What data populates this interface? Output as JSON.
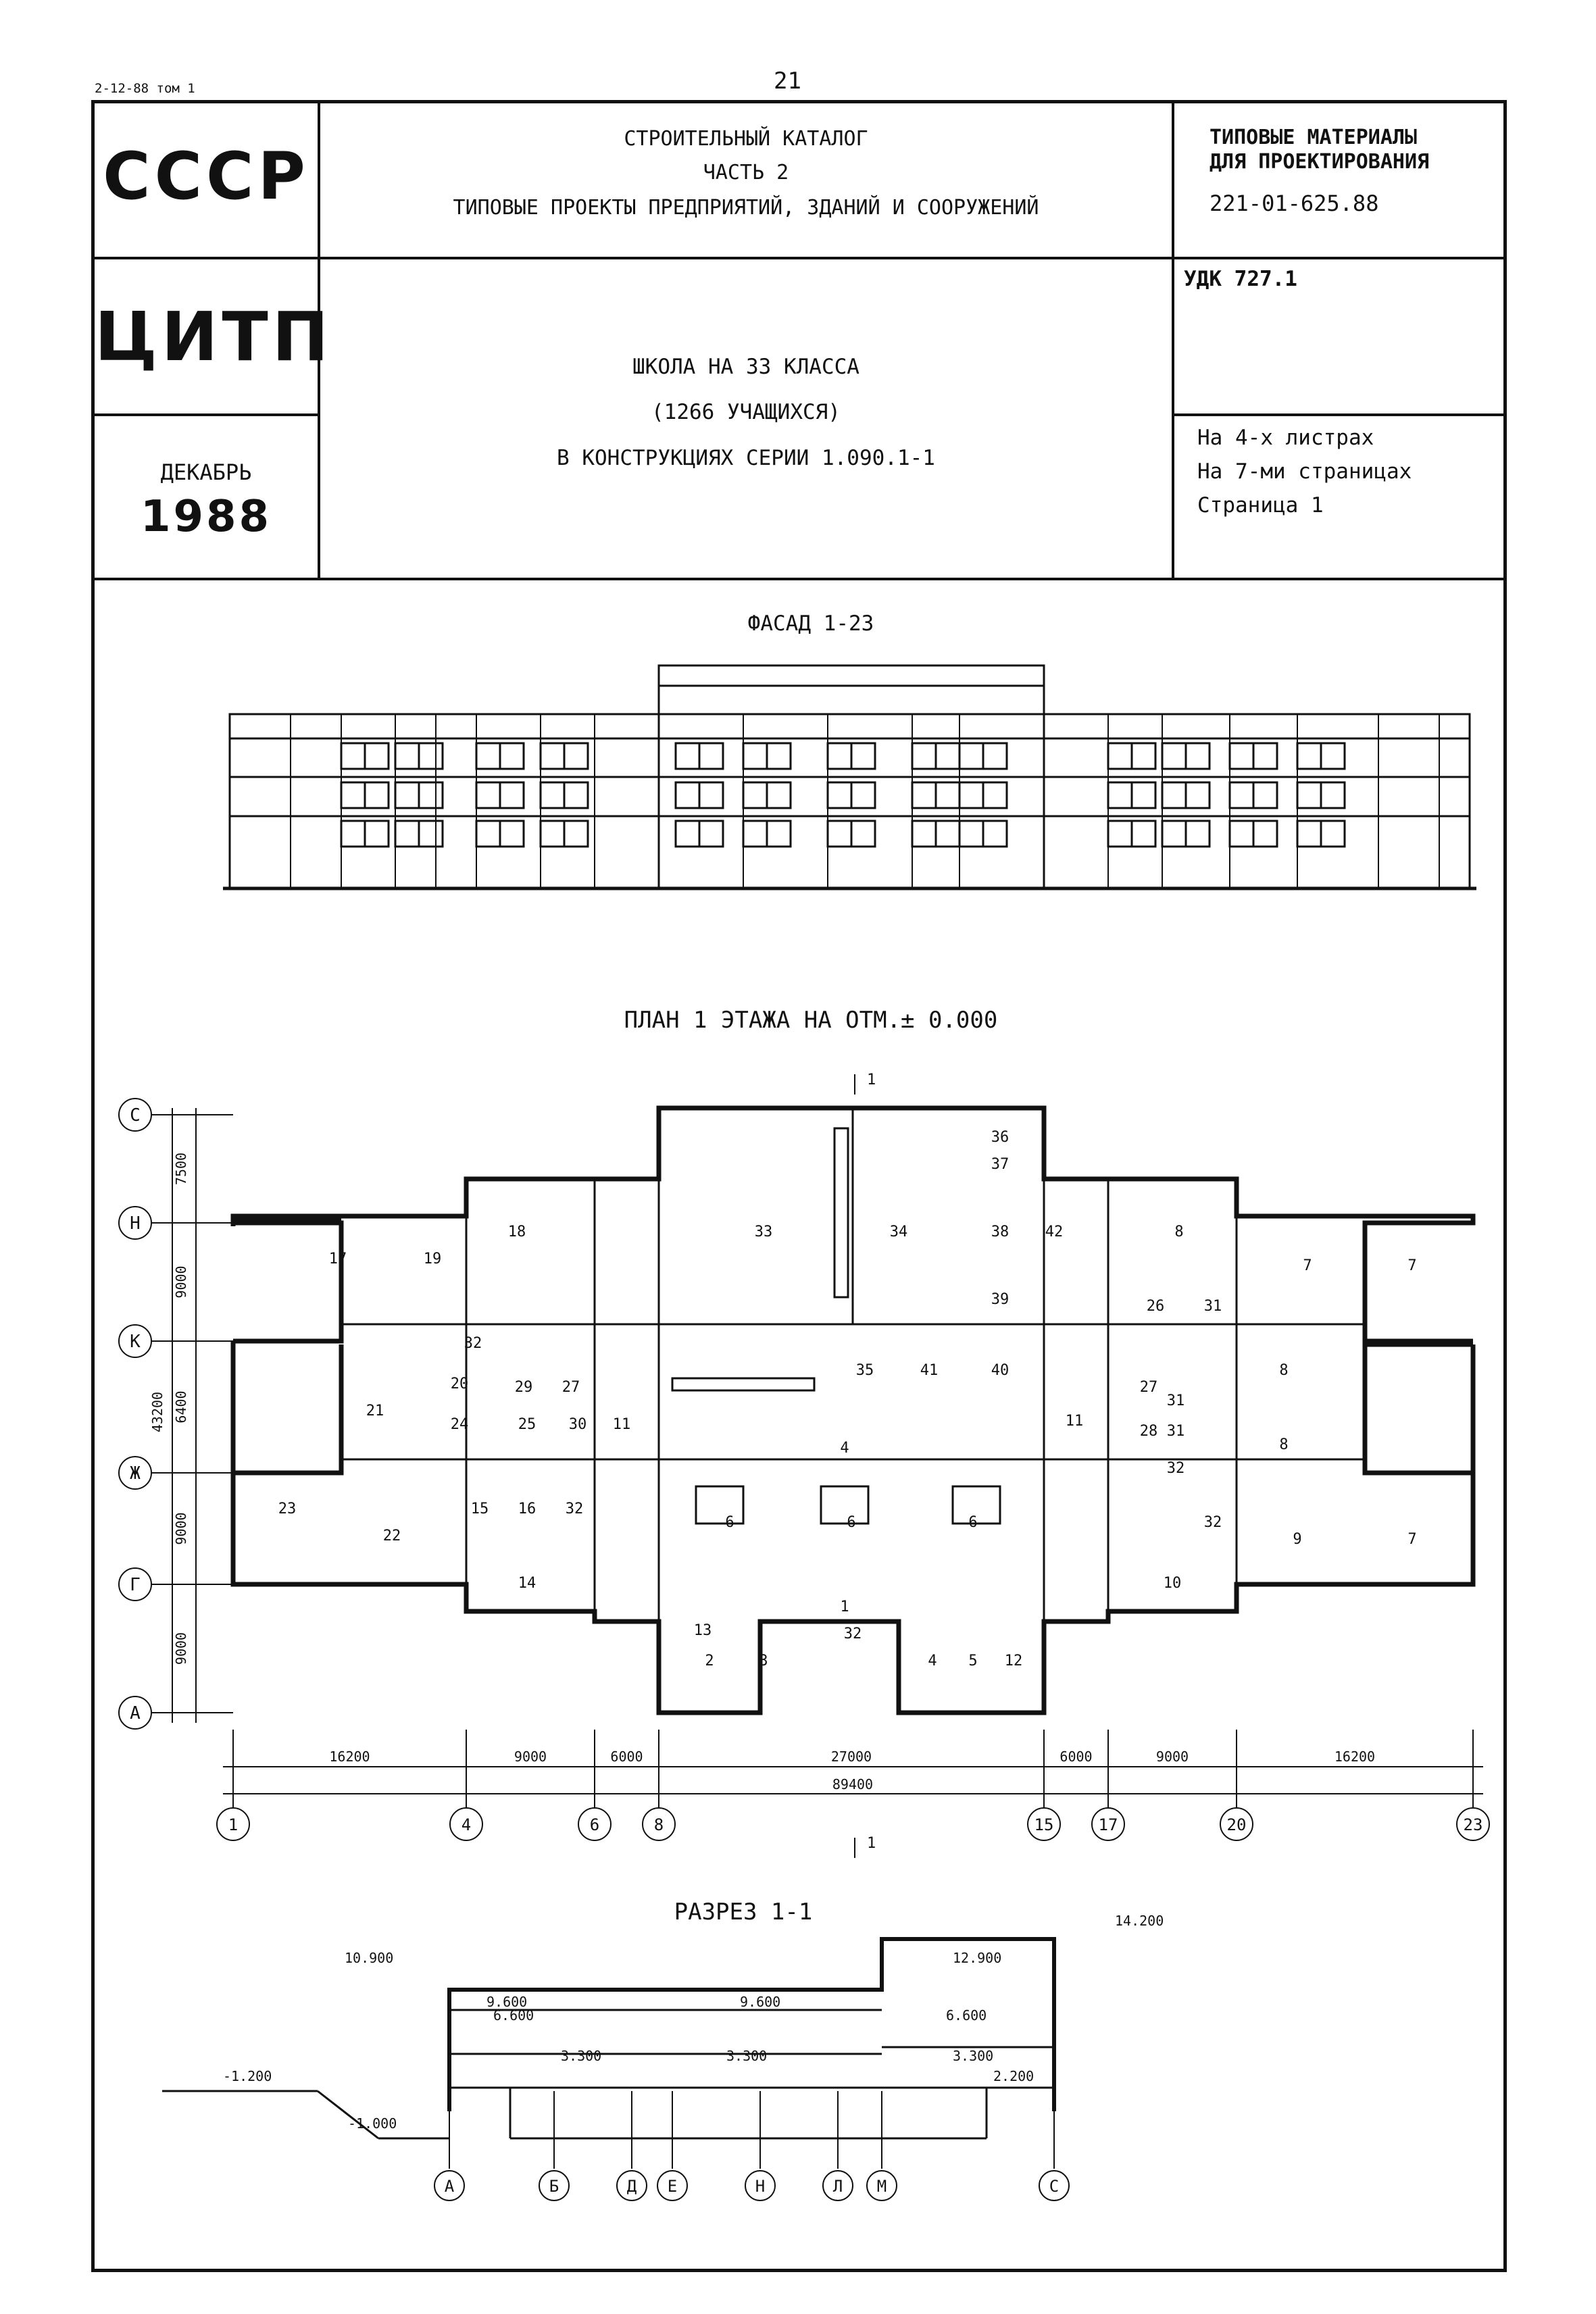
{
  "header_left": "2-12-88 том 1",
  "page_number": "21",
  "org1": "СССР",
  "org2": "ЦИТП",
  "date_month": "ДЕКАБРЬ",
  "date_year": "1988",
  "catalog": {
    "line1": "СТРОИТЕЛЬНЫЙ КАТАЛОГ",
    "line2": "ЧАСТЬ 2",
    "line3": "ТИПОВЫЕ ПРОЕКТЫ ПРЕДПРИЯТИЙ, ЗДАНИЙ И СООРУЖЕНИЙ"
  },
  "project": {
    "line1": "ШКОЛА НА 33 КЛАССА",
    "line2": "(1266 УЧАЩИХСЯ)",
    "line3": "В КОНСТРУКЦИЯХ СЕРИИ 1.090.1-1"
  },
  "materials": {
    "line1": "ТИПОВЫЕ МАТЕРИАЛЫ",
    "line2": "ДЛЯ ПРОЕКТИРОВАНИЯ",
    "code": "221-01-625.88"
  },
  "udk": "УДК 727.1",
  "sheets": {
    "line1": "На 4-х листрах",
    "line2": "На 7-ми страницах",
    "line3": "Страница 1"
  },
  "facade_title": "ФАСАД 1-23",
  "plan_title": "ПЛАН 1 ЭТАЖА НА ОТМ.± 0.000",
  "section_title": "РАЗРЕЗ 1-1",
  "plan": {
    "row_axes": [
      "С",
      "Н",
      "К",
      "Ж",
      "Г",
      "А"
    ],
    "row_dims": [
      "7500",
      "9000",
      "6400",
      "9000",
      "9000"
    ],
    "row_total": "43200",
    "col_axes": [
      "1",
      "4",
      "6",
      "8",
      "15",
      "17",
      "20",
      "23"
    ],
    "col_dims": [
      "16200",
      "9000",
      "6000",
      "27000",
      "6000",
      "9000",
      "16200"
    ],
    "col_total": "89400",
    "cut_mark": "1",
    "rooms": [
      "33",
      "34",
      "36",
      "37",
      "38",
      "42",
      "18",
      "17",
      "19",
      "8",
      "7",
      "7",
      "39",
      "26",
      "31",
      "32",
      "35",
      "41",
      "40",
      "20",
      "29",
      "27",
      "21",
      "24",
      "25",
      "30",
      "11",
      "11",
      "4",
      "27",
      "28",
      "31",
      "31",
      "32",
      "8",
      "8",
      "23",
      "15",
      "16",
      "32",
      "22",
      "6",
      "6",
      "6",
      "32",
      "9",
      "7",
      "14",
      "1",
      "10",
      "13",
      "2",
      "3",
      "32",
      "4",
      "5",
      "12"
    ]
  },
  "section": {
    "axes": [
      "А",
      "Б",
      "Д",
      "Е",
      "Н",
      "Л",
      "М",
      "С"
    ],
    "levels": [
      "14.200",
      "10.900",
      "12.900",
      "9.600",
      "9.600",
      "6.600",
      "6.600",
      "3.300",
      "3.300",
      "3.300",
      "2.200",
      "-1.200",
      "-1.000"
    ]
  }
}
